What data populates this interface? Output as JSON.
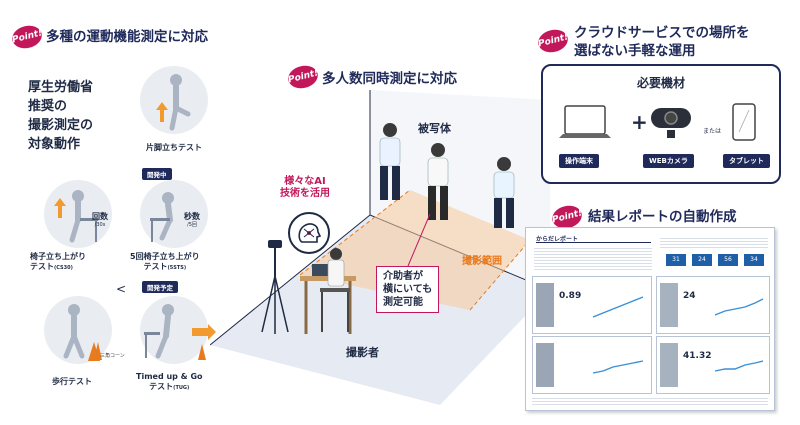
{
  "point_label": "Point!",
  "left": {
    "heading": "多種の運動機能測定に対応",
    "subject_title": [
      "厚生労働省",
      "推奨の",
      "撮影測定の",
      "対象動作"
    ],
    "tests": {
      "one_leg": "片脚立ちテスト",
      "chair_stand_line1": "椅子立ち上がり",
      "chair_stand_line2": "テスト",
      "chair_stand_code": "(CS30)",
      "five_chair_line1": "5回椅子立ち上がり",
      "five_chair_line2": "テスト",
      "five_chair_code": "(5STS)",
      "walking": "歩行テスト",
      "tug_line1": "Timed up & Go",
      "tug_line2": "テスト",
      "tug_code": "(TUG)"
    },
    "badges": {
      "in_dev": "開発中",
      "planned": "開発予定"
    },
    "counts": {
      "reps": "回数",
      "reps_unit": "/30s",
      "seconds": "秒数",
      "seconds_unit": "/5回"
    },
    "cone_label": "三角コーン",
    "lt_sign": "<"
  },
  "center": {
    "heading": "多人数同時測定に対応",
    "subjects_label": "被写体",
    "ai_label_line1": "様々なAI",
    "ai_label_line2": "技術を活用",
    "range_label": "撮影範囲",
    "note_lines": [
      "介助者が",
      "横にいても",
      "測定可能"
    ],
    "operator_label": "撮影者"
  },
  "right_top": {
    "heading_line1": "クラウドサービスでの場所を",
    "heading_line2": "選ばない手軽な運用",
    "equipment_title": "必要機材",
    "items": {
      "laptop": "操作端末",
      "camera": "WEBカメラ",
      "or_text": "または",
      "tablet": "タブレット"
    },
    "plus": "+"
  },
  "right_bottom": {
    "heading": "結果レポートの自動作成",
    "report": {
      "title": "からだレポート",
      "values": [
        "0.89",
        "24",
        "41.32"
      ],
      "chips": [
        "31",
        "24",
        "56",
        "34"
      ]
    }
  },
  "colors": {
    "accent": "#c2185b",
    "navy": "#1f2a5a",
    "orange": "#e87b1e",
    "floor": "#e9edf5"
  }
}
